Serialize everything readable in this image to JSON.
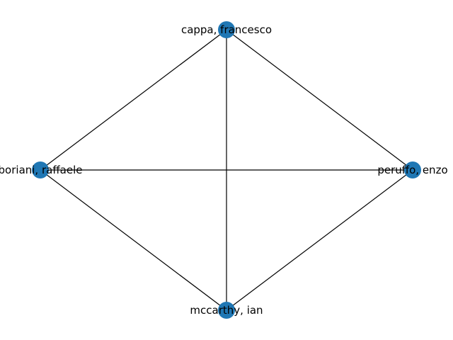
{
  "graph": {
    "node_color": "#1f77b4",
    "edge_color": "#000000",
    "nodes": [
      {
        "id": "cappa",
        "label": "cappa, francesco"
      },
      {
        "id": "peruffo",
        "label": "peruffo, enzo"
      },
      {
        "id": "mccarthy",
        "label": "mccarthy, ian"
      },
      {
        "id": "boriani",
        "label": "boriani, raffaele"
      }
    ],
    "edges": [
      [
        "cappa",
        "peruffo"
      ],
      [
        "cappa",
        "mccarthy"
      ],
      [
        "cappa",
        "boriani"
      ],
      [
        "peruffo",
        "mccarthy"
      ],
      [
        "peruffo",
        "boriani"
      ],
      [
        "mccarthy",
        "boriani"
      ]
    ]
  }
}
